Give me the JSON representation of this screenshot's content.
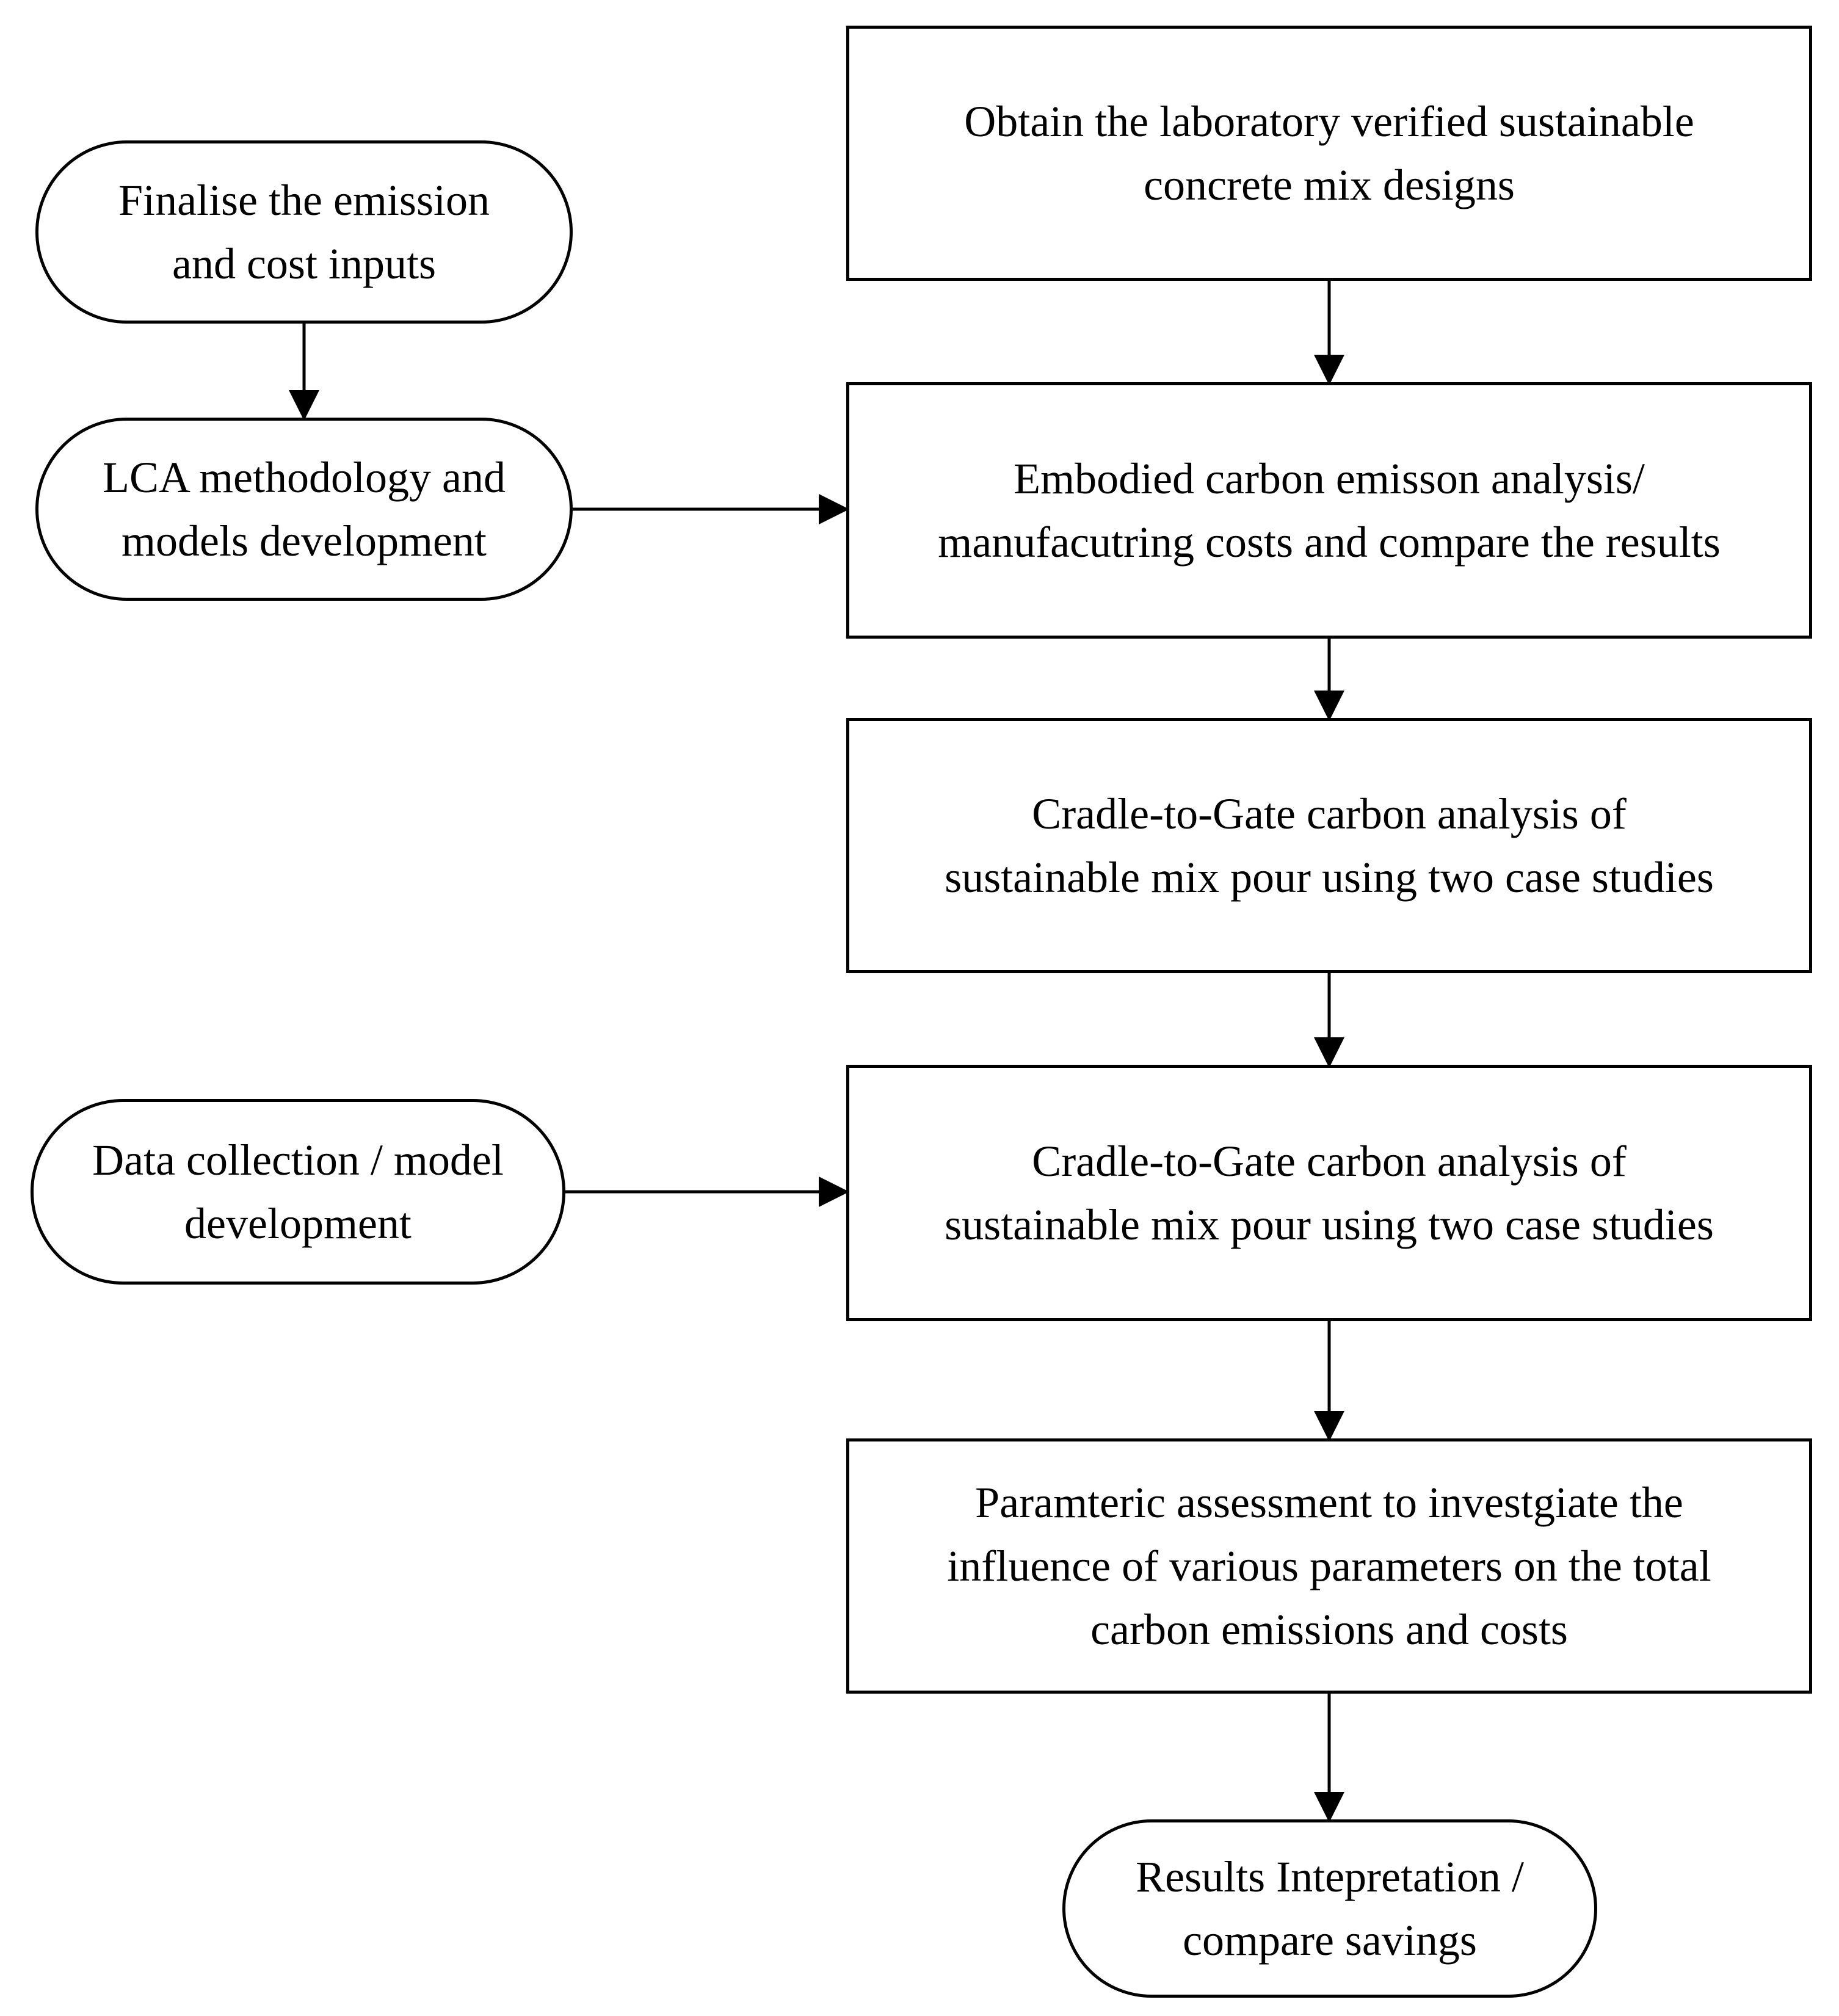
{
  "diagram": {
    "type": "flowchart",
    "nodes": {
      "obtain_mix": {
        "shape": "process",
        "text": "Obtain the laboratory verified sustainable\nconcrete mix designs"
      },
      "embodied_carbon": {
        "shape": "process",
        "text": "Embodied carbon emisson analysis/\nmanufacutring costs and compare the results"
      },
      "cradle_gate_1": {
        "shape": "process",
        "text": "Cradle-to-Gate carbon analysis of\nsustainable mix pour using two case studies"
      },
      "cradle_gate_2": {
        "shape": "process",
        "text": "Cradle-to-Gate carbon analysis of\nsustainable mix pour using two case studies"
      },
      "parametric": {
        "shape": "process",
        "text": "Paramteric assessment to investgiate the\ninfluence of various parameters on the total\ncarbon emissions and costs"
      },
      "finalise_inputs": {
        "shape": "terminal",
        "text": "Finalise the emission\nand cost inputs"
      },
      "lca_method": {
        "shape": "terminal",
        "text": "LCA methodology and\nmodels development"
      },
      "data_collection": {
        "shape": "terminal",
        "text": "Data collection / model\ndevelopment"
      },
      "results": {
        "shape": "terminal",
        "text": "Results Intepretation /\ncompare savings"
      }
    },
    "edges": [
      {
        "from": "obtain_mix",
        "to": "embodied_carbon"
      },
      {
        "from": "embodied_carbon",
        "to": "cradle_gate_1"
      },
      {
        "from": "cradle_gate_1",
        "to": "cradle_gate_2"
      },
      {
        "from": "cradle_gate_2",
        "to": "parametric"
      },
      {
        "from": "parametric",
        "to": "results"
      },
      {
        "from": "finalise_inputs",
        "to": "lca_method"
      },
      {
        "from": "lca_method",
        "to": "embodied_carbon"
      },
      {
        "from": "data_collection",
        "to": "cradle_gate_2"
      }
    ],
    "colors": {
      "stroke": "#000000",
      "fill": "#ffffff",
      "text": "#000000"
    }
  }
}
